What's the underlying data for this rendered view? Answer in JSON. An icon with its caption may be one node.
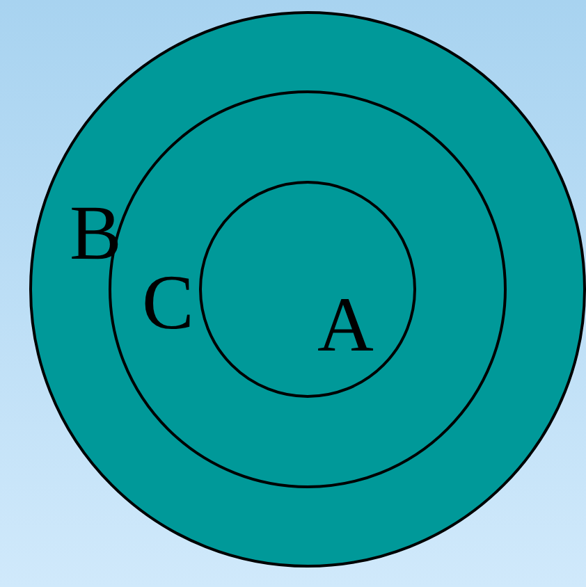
{
  "diagram": {
    "nodes": [
      {
        "text": [
          "B"
        ]
      },
      {
        "text": [
          "C"
        ],
        "in": 0
      },
      {
        "text": [
          "A"
        ],
        "in": 1
      }
    ]
  }
}
